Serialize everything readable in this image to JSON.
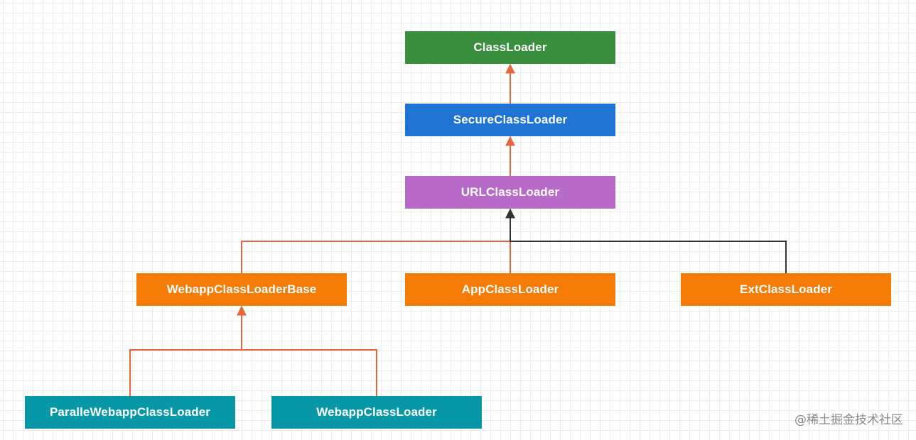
{
  "diagram": {
    "nodes": [
      {
        "id": "classloader",
        "label": "ClassLoader",
        "color": "#3a8f3f"
      },
      {
        "id": "secure",
        "label": "SecureClassLoader",
        "color": "#1f73d3"
      },
      {
        "id": "url",
        "label": "URLClassLoader",
        "color": "#b86ac8"
      },
      {
        "id": "webappbase",
        "label": "WebappClassLoaderBase",
        "color": "#f57c07"
      },
      {
        "id": "app",
        "label": "AppClassLoader",
        "color": "#f57c07"
      },
      {
        "id": "ext",
        "label": "ExtClassLoader",
        "color": "#f57c07"
      },
      {
        "id": "paralle",
        "label": "ParalleWebappClassLoader",
        "color": "#0897a6"
      },
      {
        "id": "webapp",
        "label": "WebappClassLoader",
        "color": "#0897a6"
      }
    ],
    "edges": [
      {
        "from": "secure",
        "to": "classloader"
      },
      {
        "from": "url",
        "to": "secure"
      },
      {
        "from": "webappbase",
        "to": "url"
      },
      {
        "from": "app",
        "to": "url"
      },
      {
        "from": "ext",
        "to": "url"
      },
      {
        "from": "paralle",
        "to": "webappbase"
      },
      {
        "from": "webapp",
        "to": "webappbase"
      }
    ],
    "colors": {
      "orange_edge": "#e8663d",
      "dark_edge": "#333333",
      "grid": "#ededed"
    }
  },
  "watermark": "@稀土掘金技术社区"
}
